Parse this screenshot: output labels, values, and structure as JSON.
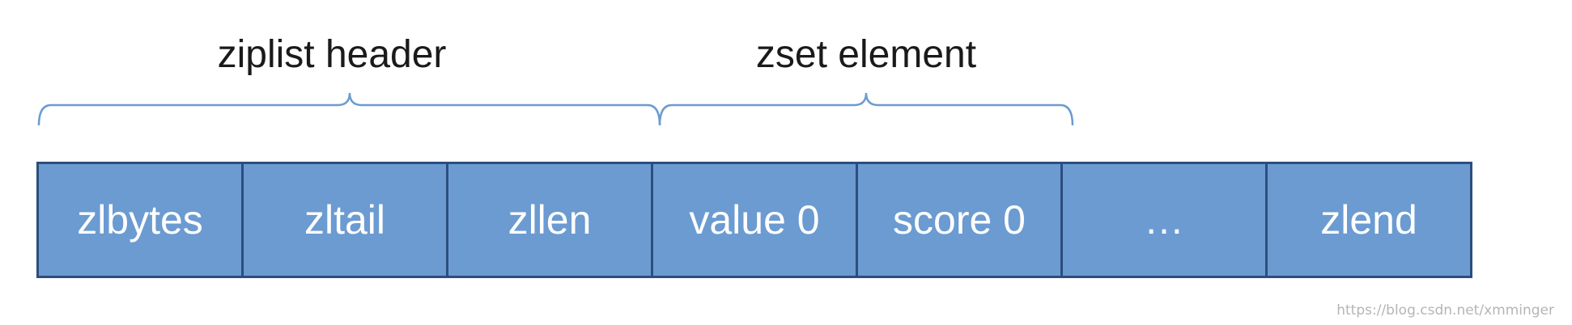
{
  "groups": [
    {
      "label": "ziplist header"
    },
    {
      "label": "zset element"
    }
  ],
  "cells": [
    {
      "label": "zlbytes"
    },
    {
      "label": "zltail"
    },
    {
      "label": "zllen"
    },
    {
      "label": "value 0"
    },
    {
      "label": "score 0"
    },
    {
      "label": "…"
    },
    {
      "label": "zlend"
    }
  ],
  "colors": {
    "cell_fill": "#6b9bd1",
    "cell_border": "#2c4e7e",
    "brace": "#6b9bd1"
  },
  "watermark": "https://blog.csdn.net/xmminger"
}
